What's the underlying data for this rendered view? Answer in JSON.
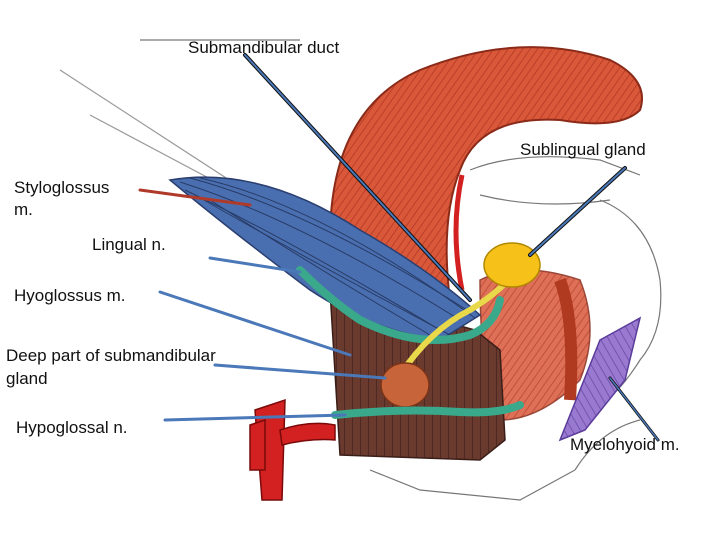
{
  "labels": {
    "submandibular_duct": "Submandibular duct",
    "sublingual_gland": "Sublingual gland",
    "styloglossus_line1": "Styloglossus",
    "styloglossus_line2": "m.",
    "lingual_n": "Lingual n.",
    "hyoglossus_m": "Hyoglossus m.",
    "deep_part_line1": "Deep part of submandibular",
    "deep_part_line2": "gland",
    "hypoglossal_n": "Hypoglossal n.",
    "myelohyoid_m": "Myelohyoid m."
  },
  "colors": {
    "tongue_muscle": "#d9583a",
    "muscle_stroke": "#8a2a18",
    "styloglossus_blue": "#4a6fb0",
    "hyoglossus_brown": "#6b3a2e",
    "nerve_green": "#3aa88a",
    "duct_yellow": "#e8d84a",
    "sublingual_gland": "#f6c21a",
    "submandibular_deep": "#c8643a",
    "artery_red": "#d32020",
    "mylohyoid_purple": "#9a7ad0",
    "leader_blue": "#4a78b8",
    "leader_red": "#b03a2a",
    "leader_black": "#111111"
  }
}
